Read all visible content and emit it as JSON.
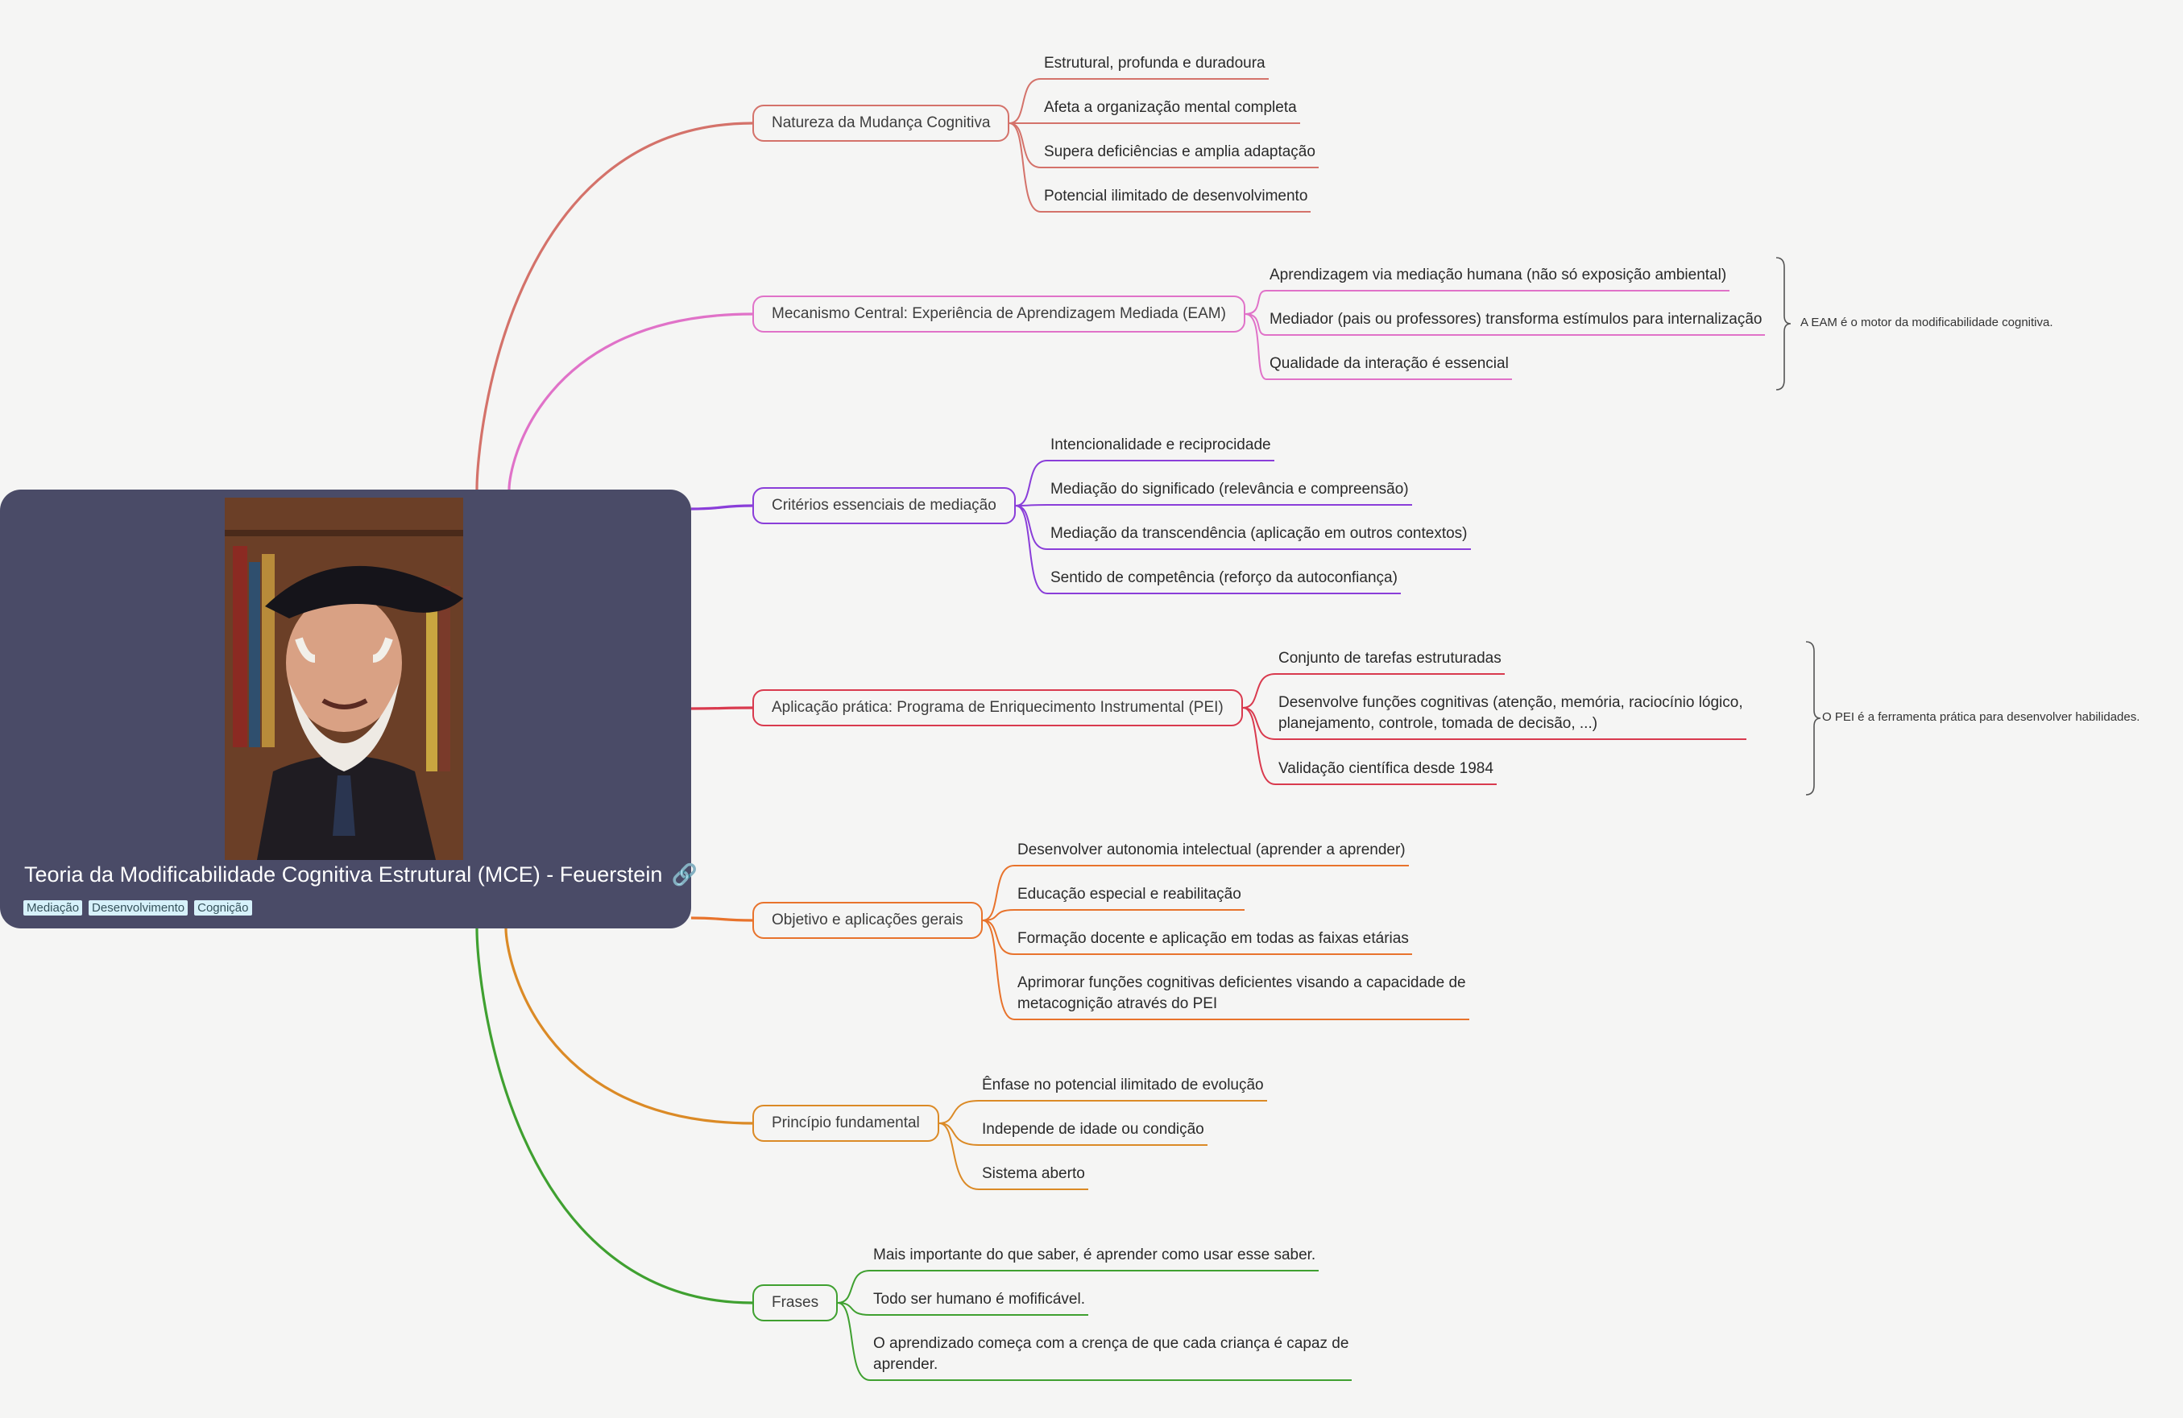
{
  "central": {
    "title": "Teoria da Modificabilidade Cognitiva Estrutural (MCE) - Feuerstein",
    "tags": [
      "Mediação",
      "Desenvolvimento",
      "Cognição"
    ]
  },
  "colors": {
    "background": "#f5f5f4",
    "central": "#4a4b67",
    "b0": "#d4726a",
    "b1": "#e072c8",
    "b2": "#8a3ed9",
    "b3": "#d93a4e",
    "b4": "#e8732c",
    "b5": "#db8a26",
    "b6": "#3fa030"
  },
  "branches": [
    {
      "label": "Natureza da Mudança Cognitiva",
      "children": [
        "Estrutural, profunda e duradoura",
        "Afeta a organização mental completa",
        "Supera deficiências e amplia adaptação",
        "Potencial ilimitado de desenvolvimento"
      ]
    },
    {
      "label": "Mecanismo Central: Experiência de Aprendizagem Mediada (EAM)",
      "children": [
        "Aprendizagem via mediação humana (não só exposição ambiental)",
        "Mediador (pais ou professores) transforma estímulos para internalização",
        "Qualidade da interação é essencial"
      ],
      "summary": "A EAM é o motor da modificabilidade cognitiva."
    },
    {
      "label": "Critérios essenciais de mediação",
      "children": [
        "Intencionalidade e reciprocidade",
        "Mediação do significado (relevância e compreensão)",
        "Mediação da transcendência (aplicação em outros contextos)",
        "Sentido de competência (reforço da autoconfiança)"
      ]
    },
    {
      "label": "Aplicação prática: Programa de Enriquecimento Instrumental (PEI)",
      "children": [
        "Conjunto de tarefas estruturadas",
        [
          "Desenvolve funções cognitivas (atenção, memória, raciocínio lógico,",
          "planejamento, controle, tomada de decisão, ...)"
        ],
        "Validação científica desde 1984"
      ],
      "summary": "O PEI é a ferramenta prática para desenvolver habilidades."
    },
    {
      "label": "Objetivo e aplicações gerais",
      "children": [
        "Desenvolver autonomia intelectual (aprender a aprender)",
        "Educação especial e reabilitação",
        "Formação docente e aplicação em todas as faixas etárias",
        [
          "Aprimorar funções cognitivas deficientes visando a capacidade de",
          "metacognição através do PEI"
        ]
      ]
    },
    {
      "label": "Princípio fundamental",
      "children": [
        "Ênfase no potencial ilimitado de evolução",
        "Independe de idade ou condição",
        "Sistema aberto"
      ]
    },
    {
      "label": "Frases",
      "children": [
        "Mais importante do que saber, é aprender como usar esse saber.",
        "Todo ser humano é mofificável.",
        [
          "O aprendizado começa com a crença de que cada criança é capaz de",
          "aprender."
        ]
      ]
    }
  ]
}
